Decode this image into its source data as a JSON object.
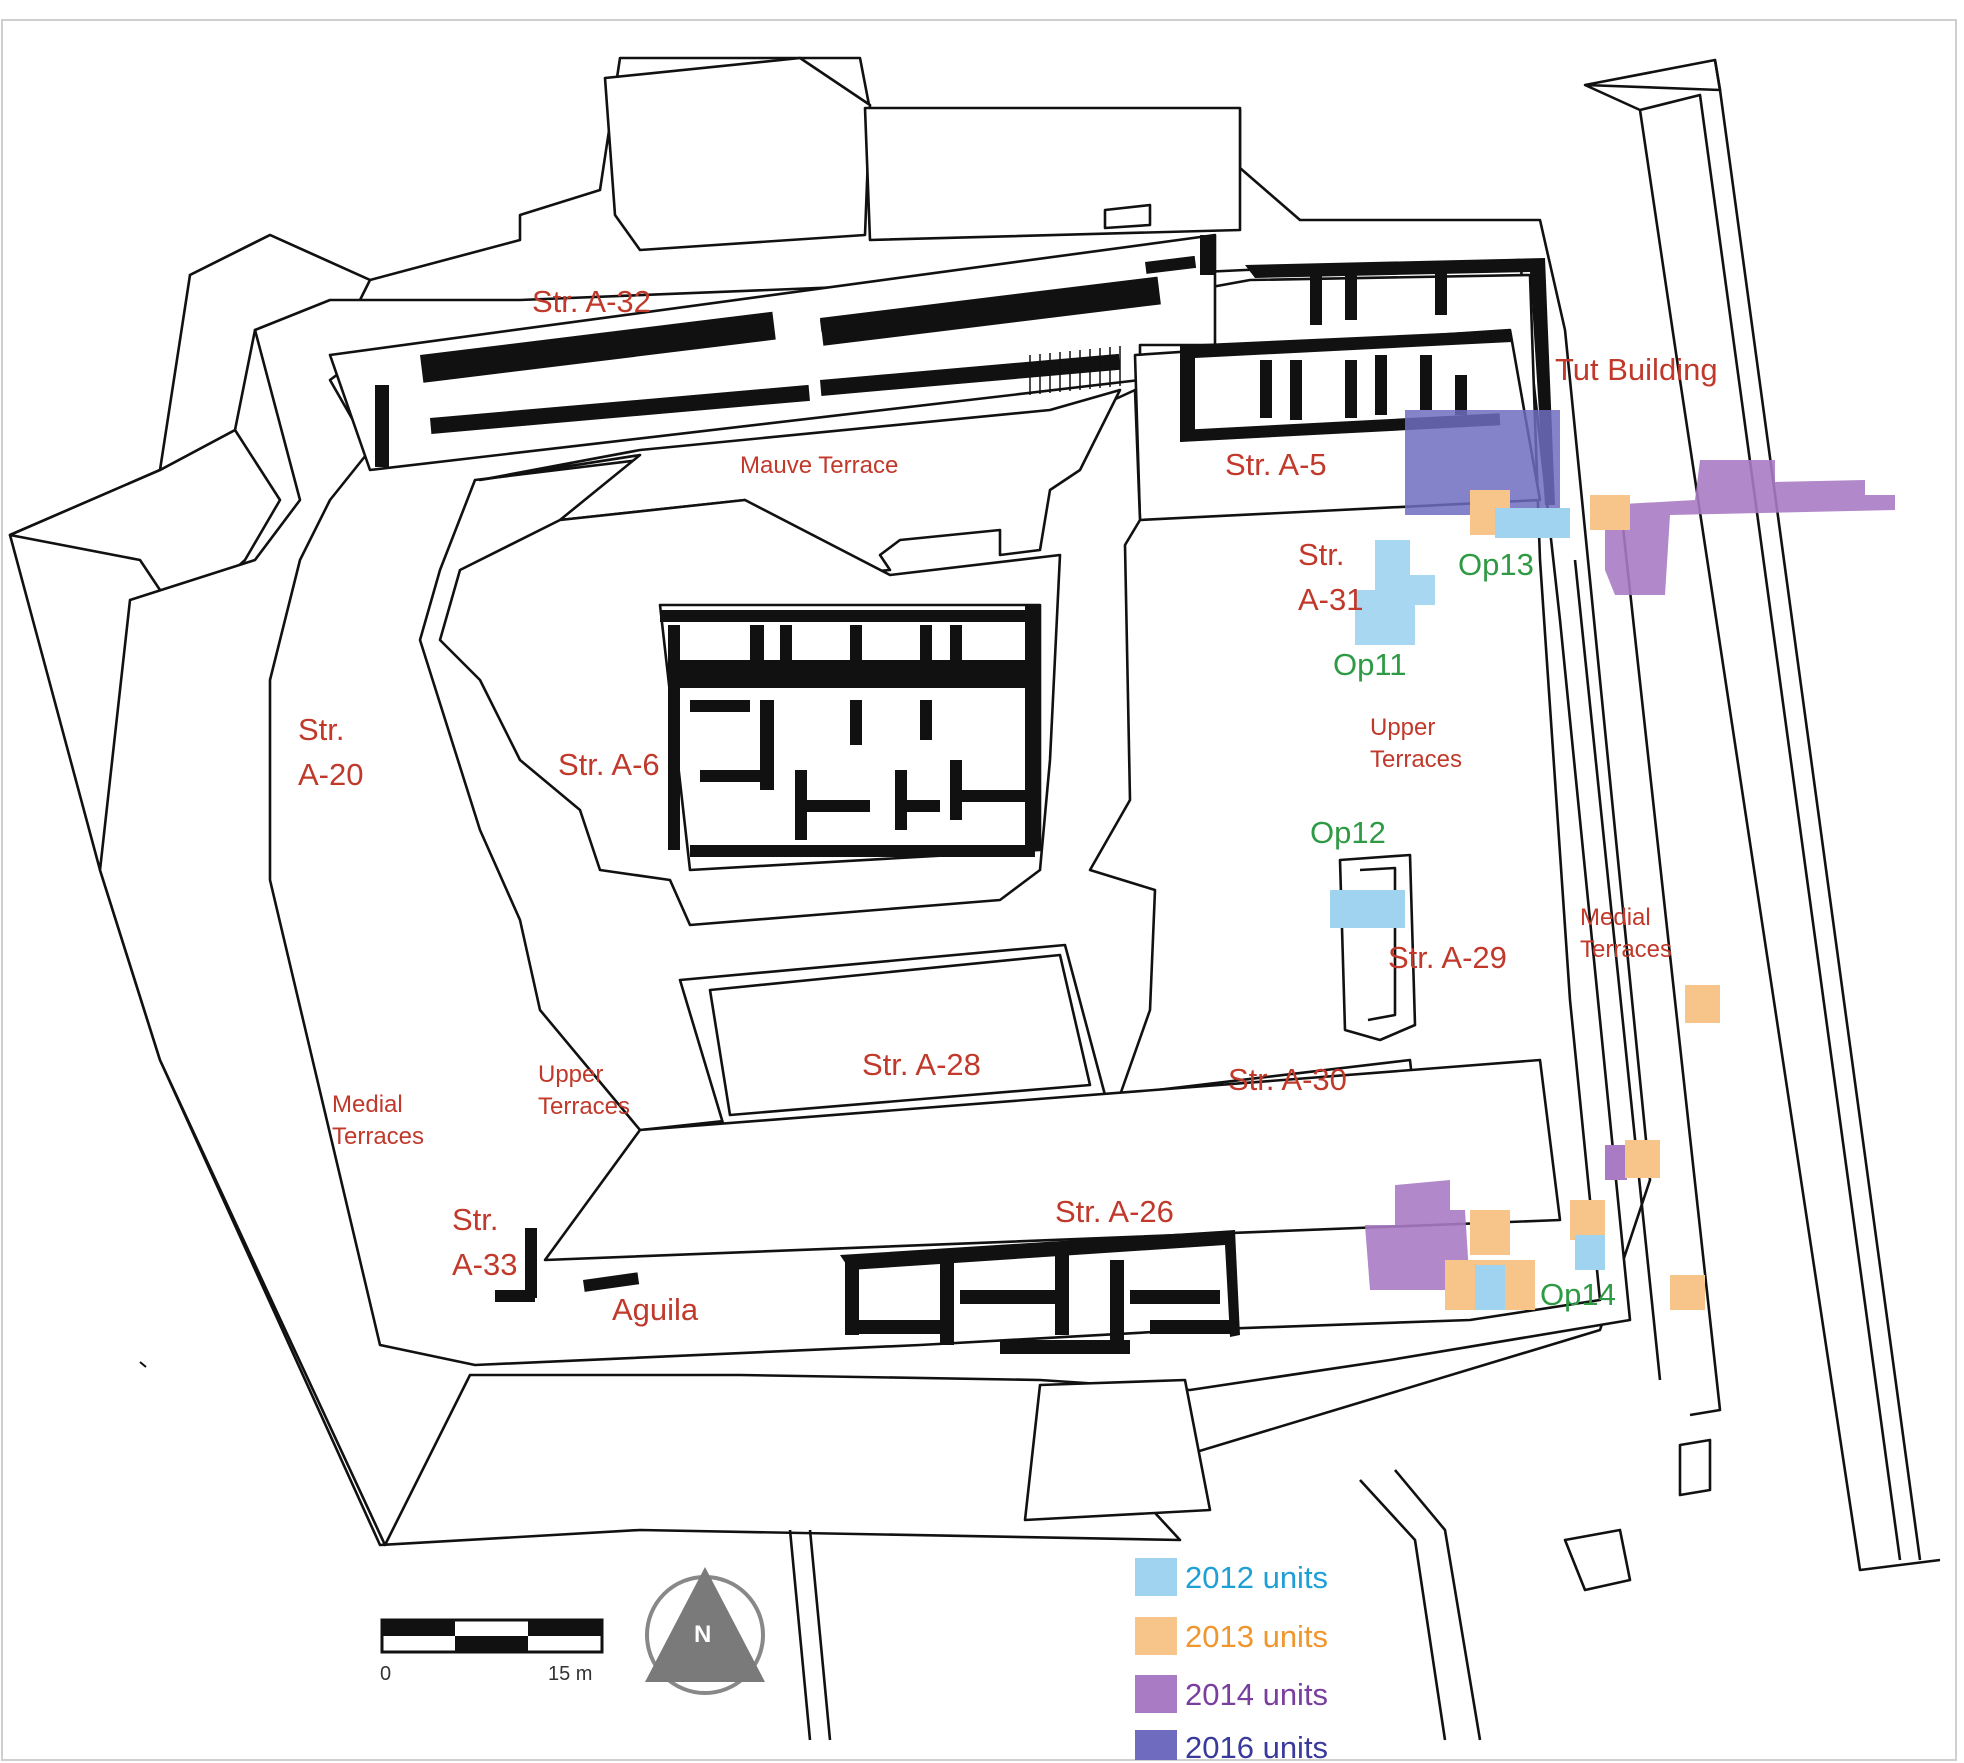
{
  "labels": {
    "str_a32": "Str. A-32",
    "mauve_terrace": "Mauve Terrace",
    "tut_building": "Tut Building",
    "str_a5": "Str. A-5",
    "str_a31_line1": "Str.",
    "str_a31_line2": "A-31",
    "op13": "Op13",
    "op11": "Op11",
    "str_a20_line1": "Str.",
    "str_a20_line2": "A-20",
    "str_a6": "Str. A-6",
    "upper_terraces_east_line1": "Upper",
    "upper_terraces_east_line2": "Terraces",
    "op12": "Op12",
    "str_a29": "Str. A-29",
    "medial_terraces_east_line1": "Medial",
    "medial_terraces_east_line2": "Terraces",
    "str_a28": "Str. A-28",
    "str_a30": "Str. A-30",
    "upper_terraces_west_line1": "Upper",
    "upper_terraces_west_line2": "Terraces",
    "medial_terraces_west_line1": "Medial",
    "medial_terraces_west_line2": "Terraces",
    "str_a26": "Str. A-26",
    "str_a33_line1": "Str.",
    "str_a33_line2": "A-33",
    "aguila": "Aguila",
    "op14": "Op14"
  },
  "scale_bar": {
    "start": "0",
    "end": "15 m"
  },
  "north_arrow": {
    "letter": "N",
    "icon": "north-arrow-icon"
  },
  "legend": [
    {
      "label": "2012 units",
      "color": "#9fd3f0",
      "text_color": "#1e9fd6"
    },
    {
      "label": "2013 units",
      "color": "#f7c58a",
      "text_color": "#f0962e"
    },
    {
      "label": "2014 units",
      "color": "#a97bc4",
      "text_color": "#7a3f9e"
    },
    {
      "label": "2016 units",
      "color": "#6f6cc0",
      "text_color": "#3a3a9c"
    }
  ],
  "colors": {
    "structure_label": "#c0392b",
    "operation_label": "#2e9a44",
    "outline": "#111111"
  }
}
